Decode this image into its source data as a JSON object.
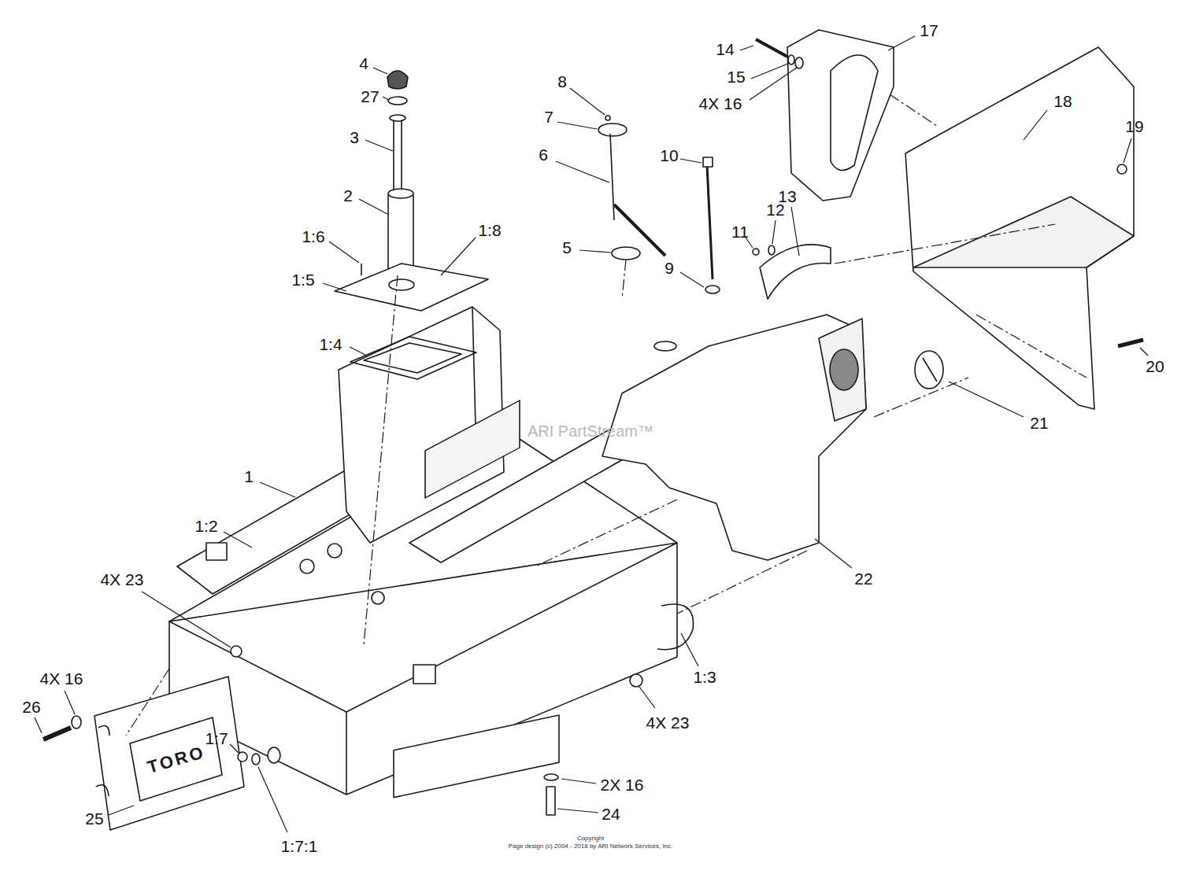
{
  "diagram": {
    "labels": [
      "4",
      "27",
      "3",
      "2",
      "1:6",
      "1:8",
      "1:5",
      "1:4",
      "1",
      "1:2",
      "4X 23",
      "4X 16",
      "26",
      "1:7",
      "1:7:1",
      "25",
      "4X 23",
      "2X 16",
      "24",
      "1:3",
      "22",
      "21",
      "20",
      "19",
      "18",
      "17",
      "14",
      "15",
      "4X 16",
      "13",
      "12",
      "11",
      "10",
      "9",
      "8",
      "7",
      "6",
      "5",
      "ARI PartStream™",
      "TORO",
      "Copyright",
      "Page design (c) 2004 - 2018 by ARI Network Services, Inc."
    ]
  }
}
